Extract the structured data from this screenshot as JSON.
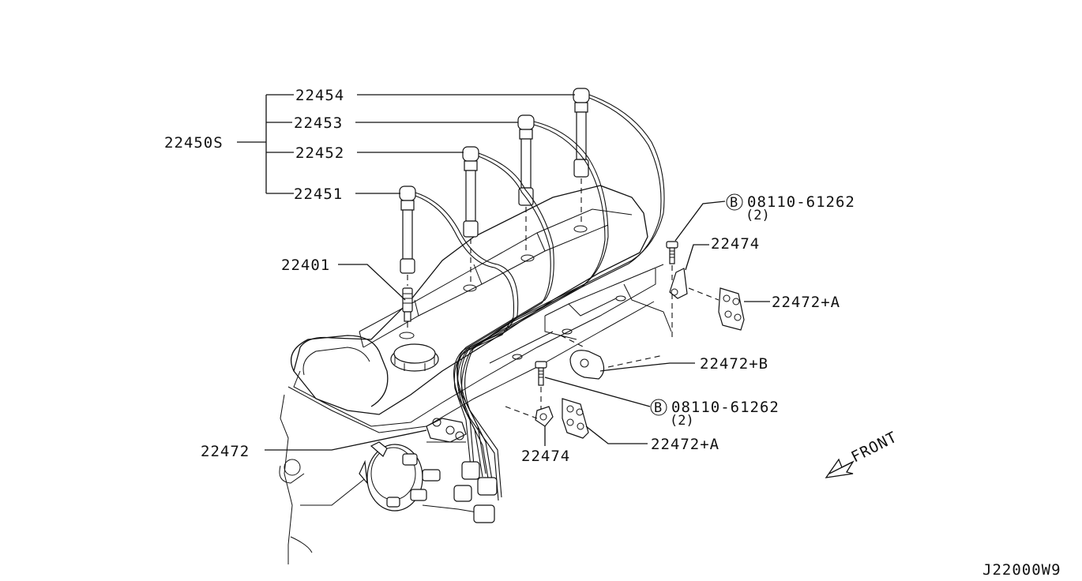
{
  "labels": {
    "assembly": "22450S",
    "cable_1": "22451",
    "cable_2": "22452",
    "cable_3": "22453",
    "cable_4": "22454",
    "spark_plug": "22401",
    "bolt_top": "08110-61262",
    "bolt_top_qty": "(2)",
    "bolt_mid": "08110-61262",
    "bolt_mid_qty": "(2)",
    "bracket_top": "22474",
    "bracket_bottom": "22474",
    "clamp_a_top": "22472+A",
    "clamp_b": "22472+B",
    "clamp_a_bottom": "22472+A",
    "clamp_left": "22472",
    "front": "FRONT",
    "bolt_marker": "B",
    "diagram_code": "J22000W9"
  }
}
